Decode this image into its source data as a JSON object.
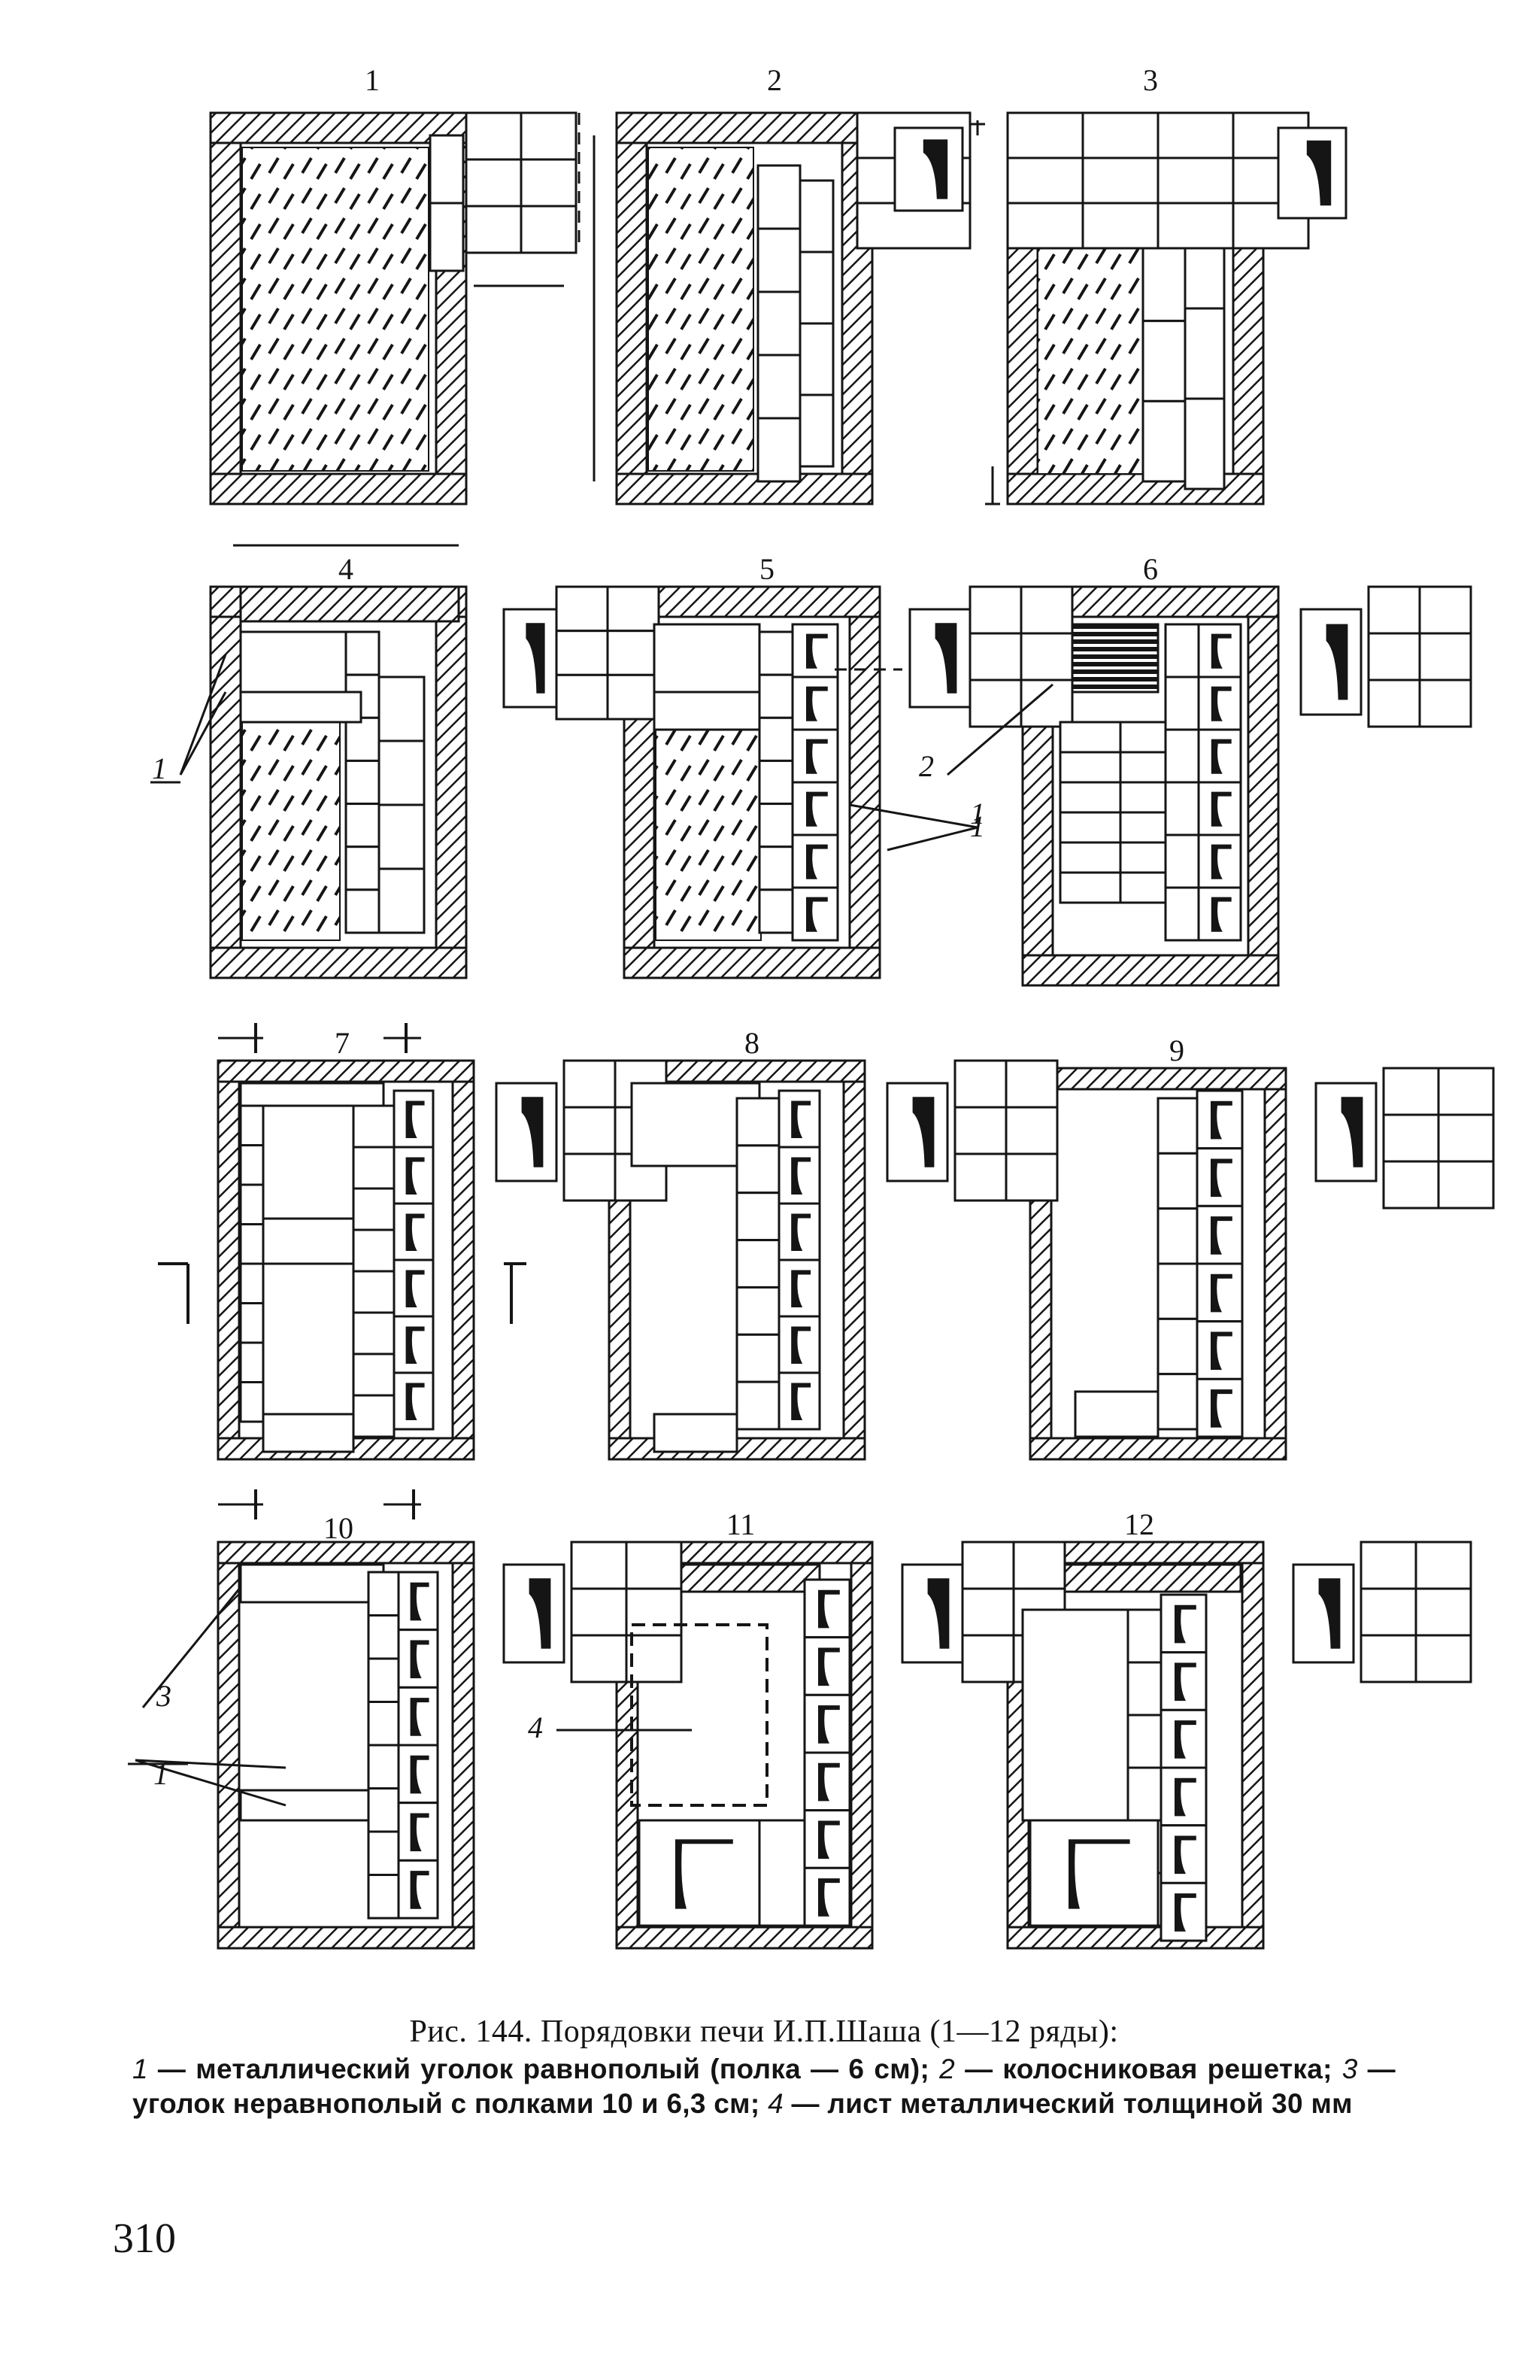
{
  "drawing": {
    "panel_numbers": [
      "1",
      "2",
      "3",
      "4",
      "5",
      "6",
      "7",
      "8",
      "9",
      "10",
      "11",
      "12"
    ],
    "callouts": [
      "1",
      "1",
      "2",
      "1",
      "3",
      "1",
      "4"
    ]
  },
  "caption": {
    "title": "Рис. 144. Порядовки печи И.П.Шаша (1—12 ряды):",
    "legend": [
      {
        "num": "1",
        "text": " — металлический уголок равнополый (полка — 6 см); "
      },
      {
        "num": "2",
        "text": " — колосниковая решетка; "
      },
      {
        "num": "3",
        "text": " — уголок неравнополый с полками 10 и 6,3 см; "
      },
      {
        "num": "4",
        "text": " — лист металлический толщиной 30 мм"
      }
    ]
  },
  "page_number": "310"
}
